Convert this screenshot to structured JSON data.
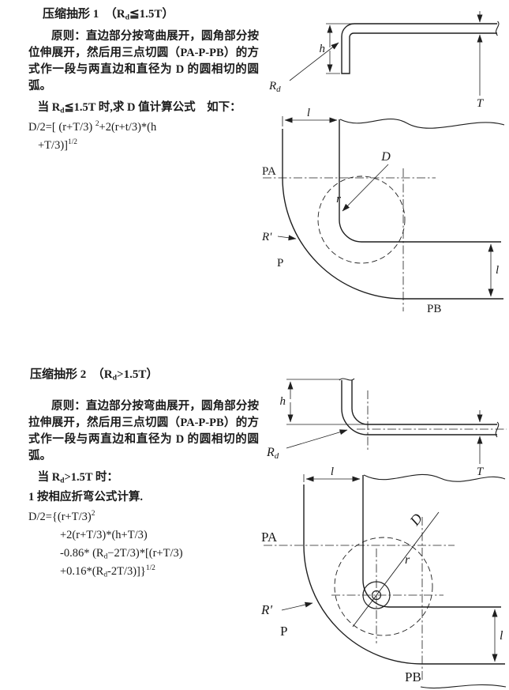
{
  "section1": {
    "title": [
      {
        "t": "压缩抽形 1　（R"
      },
      {
        "t": "d",
        "s": "sub"
      },
      {
        "t": "≦1.5T）"
      }
    ],
    "principle": "原则：直边部分按弯曲展开，圆角部分按位伸展开，然后用三点切圆（PA-P-PB）的方式作一段与两直边和直径为 D 的圆相切的圆弧。",
    "condition": [
      {
        "t": "当 R"
      },
      {
        "t": "d",
        "s": "sub"
      },
      {
        "t": "≦1.5T 时,求 D 值计算公式　如下："
      }
    ],
    "formula": [
      [
        {
          "t": "D/2=[ (r+T/3) "
        },
        {
          "t": "2",
          "s": "sup"
        },
        {
          "t": "+2(r+t/3)*(h"
        }
      ],
      [
        {
          "t": "+T/3)]"
        },
        {
          "t": "1/2",
          "s": "sup"
        }
      ]
    ],
    "labels": {
      "h": "h",
      "rd_main": "R",
      "rd_sub": "d",
      "T": "T",
      "l_top": "l",
      "l_right": "l",
      "pa": "PA",
      "pb": "PB",
      "p": "P",
      "r_prime": "R'",
      "d": "D",
      "r": "r"
    }
  },
  "section2": {
    "title": [
      {
        "t": "压缩抽形 2　（R"
      },
      {
        "t": "d",
        "s": "sub"
      },
      {
        "t": ">1.5T）"
      }
    ],
    "principle": "原则：直边部分按弯曲展开，圆角部分按拉伸展开，然后用三点切圆（PA-P-PB）的方式作一段与两直边和直径为 D 的圆相切的圆弧。",
    "condition": [
      {
        "t": "当 R"
      },
      {
        "t": "d",
        "s": "sub"
      },
      {
        "t": ">1.5T 时："
      }
    ],
    "method": "1 按相应折弯公式计算.",
    "formula": [
      [
        {
          "t": "D/2={(r+T/3)"
        },
        {
          "t": "2",
          "s": "sup"
        }
      ],
      [
        {
          "t": "+2(r+T/3)*(h+T/3)"
        }
      ],
      [
        {
          "t": "-0.86* (R"
        },
        {
          "t": "d",
          "s": "sub"
        },
        {
          "t": "−2T/3)*[(r+T/3)"
        }
      ],
      [
        {
          "t": "+0.16*(R"
        },
        {
          "t": "d",
          "s": "sub"
        },
        {
          "t": "-2T/3)]}"
        },
        {
          "t": "1/2",
          "s": "sup"
        }
      ]
    ],
    "labels": {
      "h": "h",
      "rd_main": "R",
      "rd_sub": "d",
      "T": "T",
      "l_top": "l",
      "l_right": "l",
      "pa": "PA",
      "pb": "PB",
      "p": "P",
      "r_prime": "R'",
      "d": "D",
      "r": "r"
    }
  }
}
